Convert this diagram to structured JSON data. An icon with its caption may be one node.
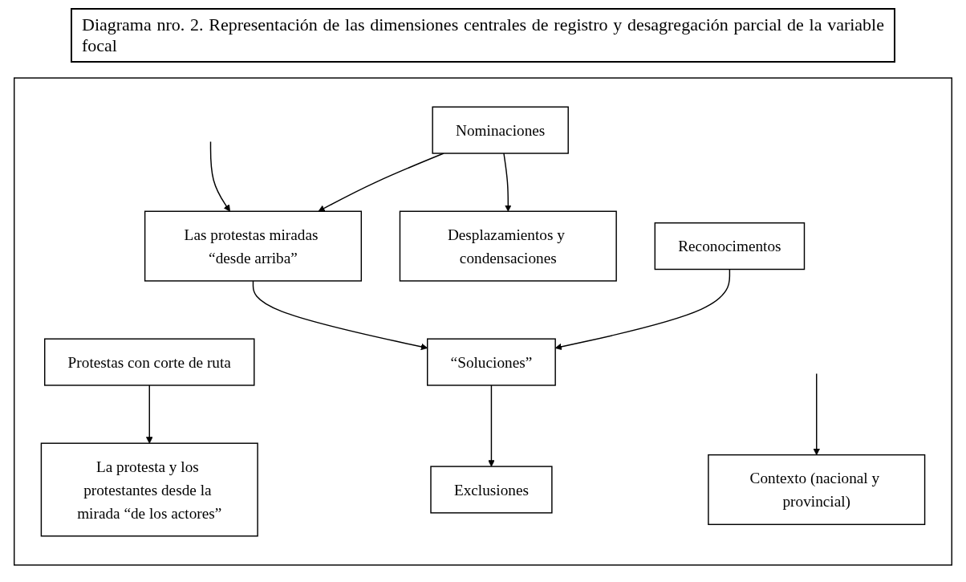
{
  "diagram": {
    "title": "Diagrama nro. 2. Representación de las dimensiones centrales de registro y desagregación parcial de la variable focal",
    "nodes": [
      {
        "text": [],
        "shape": "box"
      },
      {
        "text": [
          "Protestas con corte de ruta"
        ],
        "in": 0
      },
      {
        "text": [
          "La protesta y los protestantes desde la mirada “de los actores”"
        ],
        "in": 0
      },
      {
        "text": [
          "Desplazamientos y condensaciones"
        ],
        "in": 0
      },
      {
        "text": [
          "Las protestas miradas “desde arriba”"
        ],
        "in": 0
      },
      {
        "text": [
          "Nominaciones"
        ],
        "in": 0
      },
      {
        "text": [
          "Reconocimentos"
        ],
        "in": 0
      },
      {
        "text": [
          "“Soluciones”"
        ],
        "in": 0
      },
      {
        "text": [
          "Contexto (nacional y provincial)"
        ],
        "in": 0
      },
      {
        "text": [
          "Exclusiones"
        ],
        "in": 0
      }
    ],
    "edges": [
      {
        "from": 1,
        "to": 2,
        "arrow": "to"
      },
      {
        "from": null,
        "to": 4,
        "arrow": "to"
      },
      {
        "from": 5,
        "to": 4,
        "arrow": "to"
      },
      {
        "from": 4,
        "to": 7,
        "arrow": "to"
      },
      {
        "from": 5,
        "to": 3,
        "arrow": "to"
      },
      {
        "from": 6,
        "to": 7,
        "arrow": "to"
      },
      {
        "from": 7,
        "to": 9,
        "arrow": "to"
      },
      {
        "from": null,
        "to": 8,
        "arrow": "to"
      }
    ]
  }
}
